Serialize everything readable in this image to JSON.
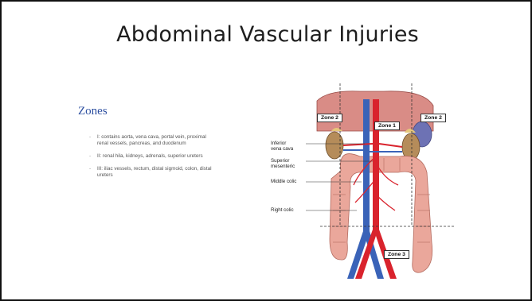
{
  "slide": {
    "title": "Abdominal Vascular Injuries",
    "section_heading": "Zones",
    "bullets": [
      "I: contains aorta, vena cava, portal vein, proximal renal vessels, pancreas, and duodenum",
      "II: renal hila, kidneys, adrenals, superior ureters",
      "III: iliac vessels, rectum, distal sigmoid, colon, distal ureters"
    ],
    "bullet_marker": "-"
  },
  "figure": {
    "zone_labels": {
      "zone2_left": "Zone 2",
      "zone1": "Zone 1",
      "zone2_right": "Zone 2",
      "zone3": "Zone 3"
    },
    "callouts": {
      "ivc": "Inferior\nvena cava",
      "superior_mesenteric": "Superior\nmesenteric",
      "middle_colic": "Middle colic",
      "right_colic": "Right colic"
    },
    "colors": {
      "artery": "#d9232d",
      "vein": "#3a63b8",
      "kidney": "#b58c5a",
      "colon": "#eaa79b",
      "liver": "#d98c86",
      "adrenal": "#e6c77a",
      "spleen": "#6d72b4",
      "heading_blue": "#2d4fa0"
    }
  }
}
